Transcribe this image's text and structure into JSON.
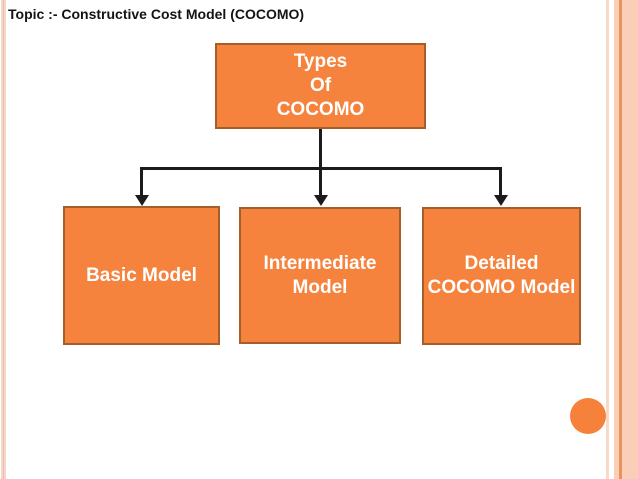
{
  "slide": {
    "title": "Topic :- Constructive Cost Model (COCOMO)"
  },
  "diagram": {
    "root_box": {
      "lines": [
        "Types",
        "Of",
        "COCOMO"
      ]
    },
    "child_boxes": [
      {
        "label_lines": [
          "Basic Model",
          ""
        ]
      },
      {
        "label_lines": [
          "Intermediate",
          "Model"
        ]
      },
      {
        "label_lines": [
          "Detailed",
          "COCOMO Model"
        ]
      }
    ]
  },
  "colors": {
    "box_fill": "#F5833D",
    "box_border": "#A55E28",
    "box_text": "#FFFFFF",
    "connector": "#1B1B1B",
    "title_text": "#141414",
    "accent_band": "#FBCFB7",
    "accent_band_line": "#E5945D",
    "accent_circle": "#F5813B"
  }
}
